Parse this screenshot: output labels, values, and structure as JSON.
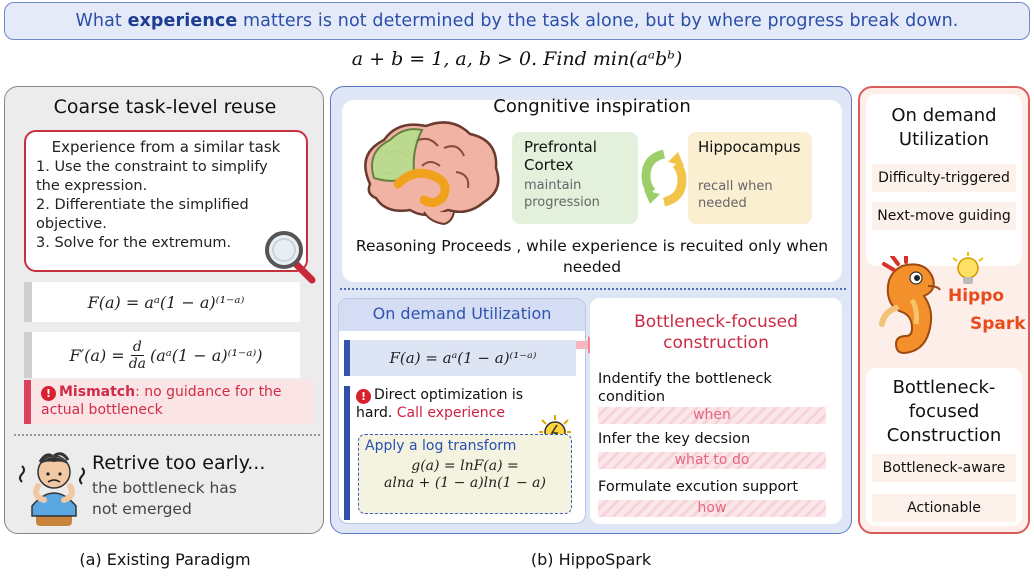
{
  "banner": {
    "pre": "What ",
    "emph": "experience",
    "post": " matters is not determined by the task alone, but by where progress break down."
  },
  "problem": "a + b = 1,  a, b > 0.      Find min(aᵃbᵇ)",
  "left": {
    "title": "Coarse task-level reuse",
    "card_title": "Experience from a similar task",
    "steps": [
      "1. Use the constraint to simplify the expression.",
      "2. Differentiate the simplified objective.",
      "3. Solve for the extremum."
    ],
    "formula1": "F(a) = aᵃ(1 − a)⁽¹⁻ᵃ⁾",
    "formula2_lhs": "F′(a) =",
    "formula2_num": "d",
    "formula2_den": "da",
    "formula2_rhs": "(aᵃ(1 − a)⁽¹⁻ᵃ⁾)",
    "mismatch_bold": "Mismatch",
    "mismatch_text": ": no guidance for the actual bottleneck",
    "early_title": "Retrive too early...",
    "early_line1": "the bottleneck has",
    "early_line2": "not emerged",
    "caption": "(a) Existing Paradigm"
  },
  "middle": {
    "cog_title": "Congnitive inspiration",
    "pfc_name1": "Prefrontal",
    "pfc_name2": "Cortex",
    "pfc_desc1": "maintain",
    "pfc_desc2": "progression",
    "hippo_name": "Hippocampus",
    "hippo_desc1": "recall when",
    "hippo_desc2": "needed",
    "cog_text": "Reasoning Proceeds , while experience is recuited only when needed",
    "od_title": "On demand Utilization",
    "od_formula": "F(a) = aᵃ(1 − a)⁽¹⁻ᵃ⁾",
    "direct_text": "Direct optimization is hard. ",
    "call_text": "Call experience",
    "log_title": "Apply a log transform",
    "log_line1": "g(a) = lnF(a) =",
    "log_line2": "alna + (1 − a)ln(1 − a)",
    "bf_title1": "Bottleneck-focused",
    "bf_title2": "construction",
    "bf_steps": [
      {
        "text": "Indentify the bottleneck condition",
        "tag": "when"
      },
      {
        "text": "Infer the key decsion",
        "tag": "what to do"
      },
      {
        "text": "Formulate excution support",
        "tag": "how"
      }
    ],
    "caption": "(b) HippoSpark"
  },
  "right": {
    "title1a": "On demand",
    "title1b": "Utilization",
    "chip1": "Difficulty-triggered",
    "chip2": "Next-move guiding",
    "mascot1": "Hippo",
    "mascot2": "Spark",
    "title2a": "Bottleneck-",
    "title2b": "focused",
    "title2c": "Construction",
    "chip3": "Bottleneck-aware",
    "chip4": "Actionable"
  },
  "colors": {
    "banner_bg": "#e4eaf8",
    "banner_text": "#2b4ea8",
    "accent_red": "#c9303e",
    "accent_blue": "#3355b0",
    "mascot_orange": "#e84b1c"
  }
}
